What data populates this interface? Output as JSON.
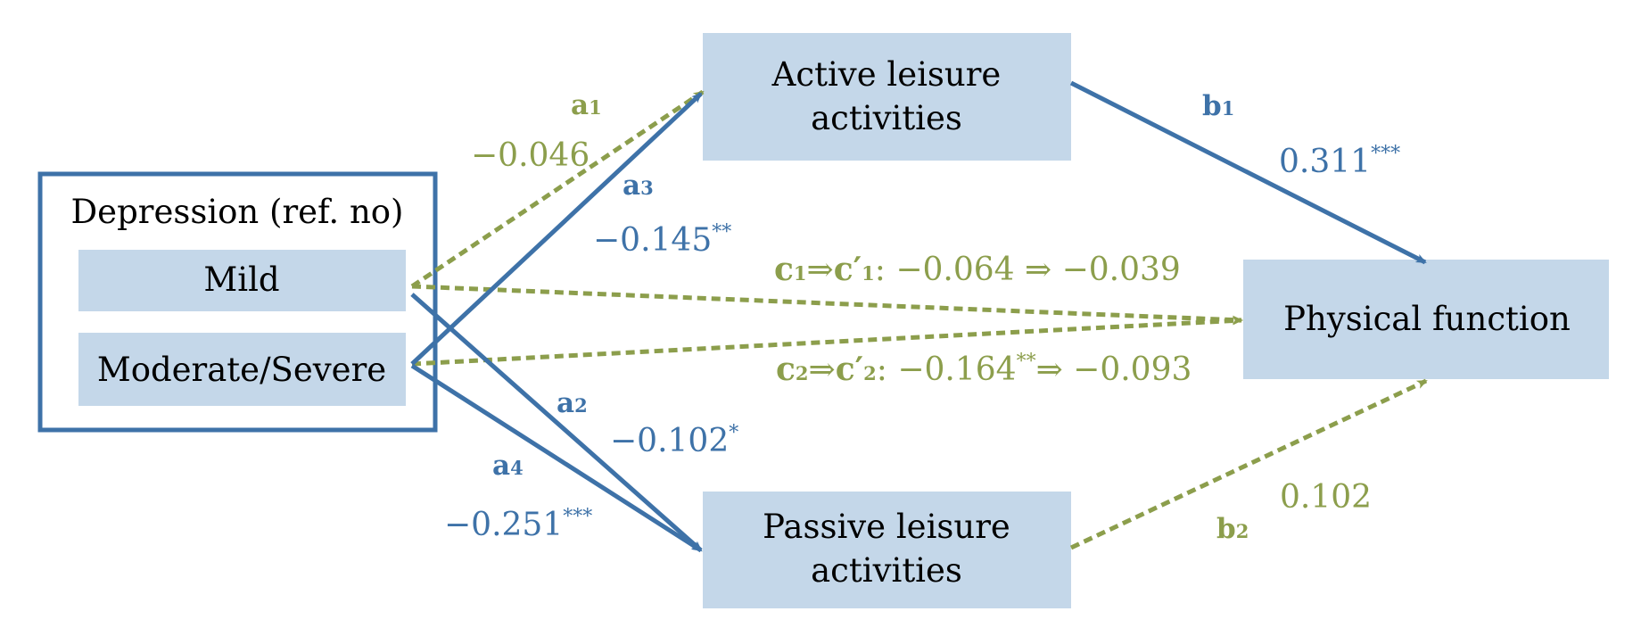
{
  "colors": {
    "box_fill": "#c4d7e9",
    "blue": "#3e72a8",
    "green": "#8c9e4c",
    "frame": "#3e72a8"
  },
  "nodes": {
    "depression": {
      "title": "Depression (ref. no)",
      "mild": "Mild",
      "moderate": "Moderate/Severe"
    },
    "active": {
      "line1": "Active leisure",
      "line2": "activities"
    },
    "passive": {
      "line1": "Passive leisure",
      "line2": "activities"
    },
    "physical": {
      "label": "Physical function"
    }
  },
  "paths": {
    "a1": {
      "letter": "a",
      "sub": "1",
      "coef": "−0.046",
      "sig": ""
    },
    "a3": {
      "letter": "a",
      "sub": "3",
      "coef": "−0.145",
      "sig": "**"
    },
    "a2": {
      "letter": "a",
      "sub": "2",
      "coef": "−0.102",
      "sig": "*"
    },
    "a4": {
      "letter": "a",
      "sub": "4",
      "coef": "−0.251",
      "sig": "***"
    },
    "b1": {
      "letter": "b",
      "sub": "1",
      "coef": "0.311",
      "sig": "***"
    },
    "b2": {
      "letter": "b",
      "sub": "2",
      "coef": "0.102",
      "sig": ""
    },
    "c1": {
      "letter": "c",
      "sub": "1",
      "arrow": "⇒",
      "letter_prime": "c′",
      "sub_prime": "1",
      "text": ": −0.064 ⇒ −0.039"
    },
    "c2": {
      "letter": "c",
      "sub": "2",
      "arrow": "⇒",
      "letter_prime": "c′",
      "sub_prime": "2",
      "text_a": ": −0.164",
      "sig": "**",
      "text_b": "⇒ −0.093"
    }
  }
}
